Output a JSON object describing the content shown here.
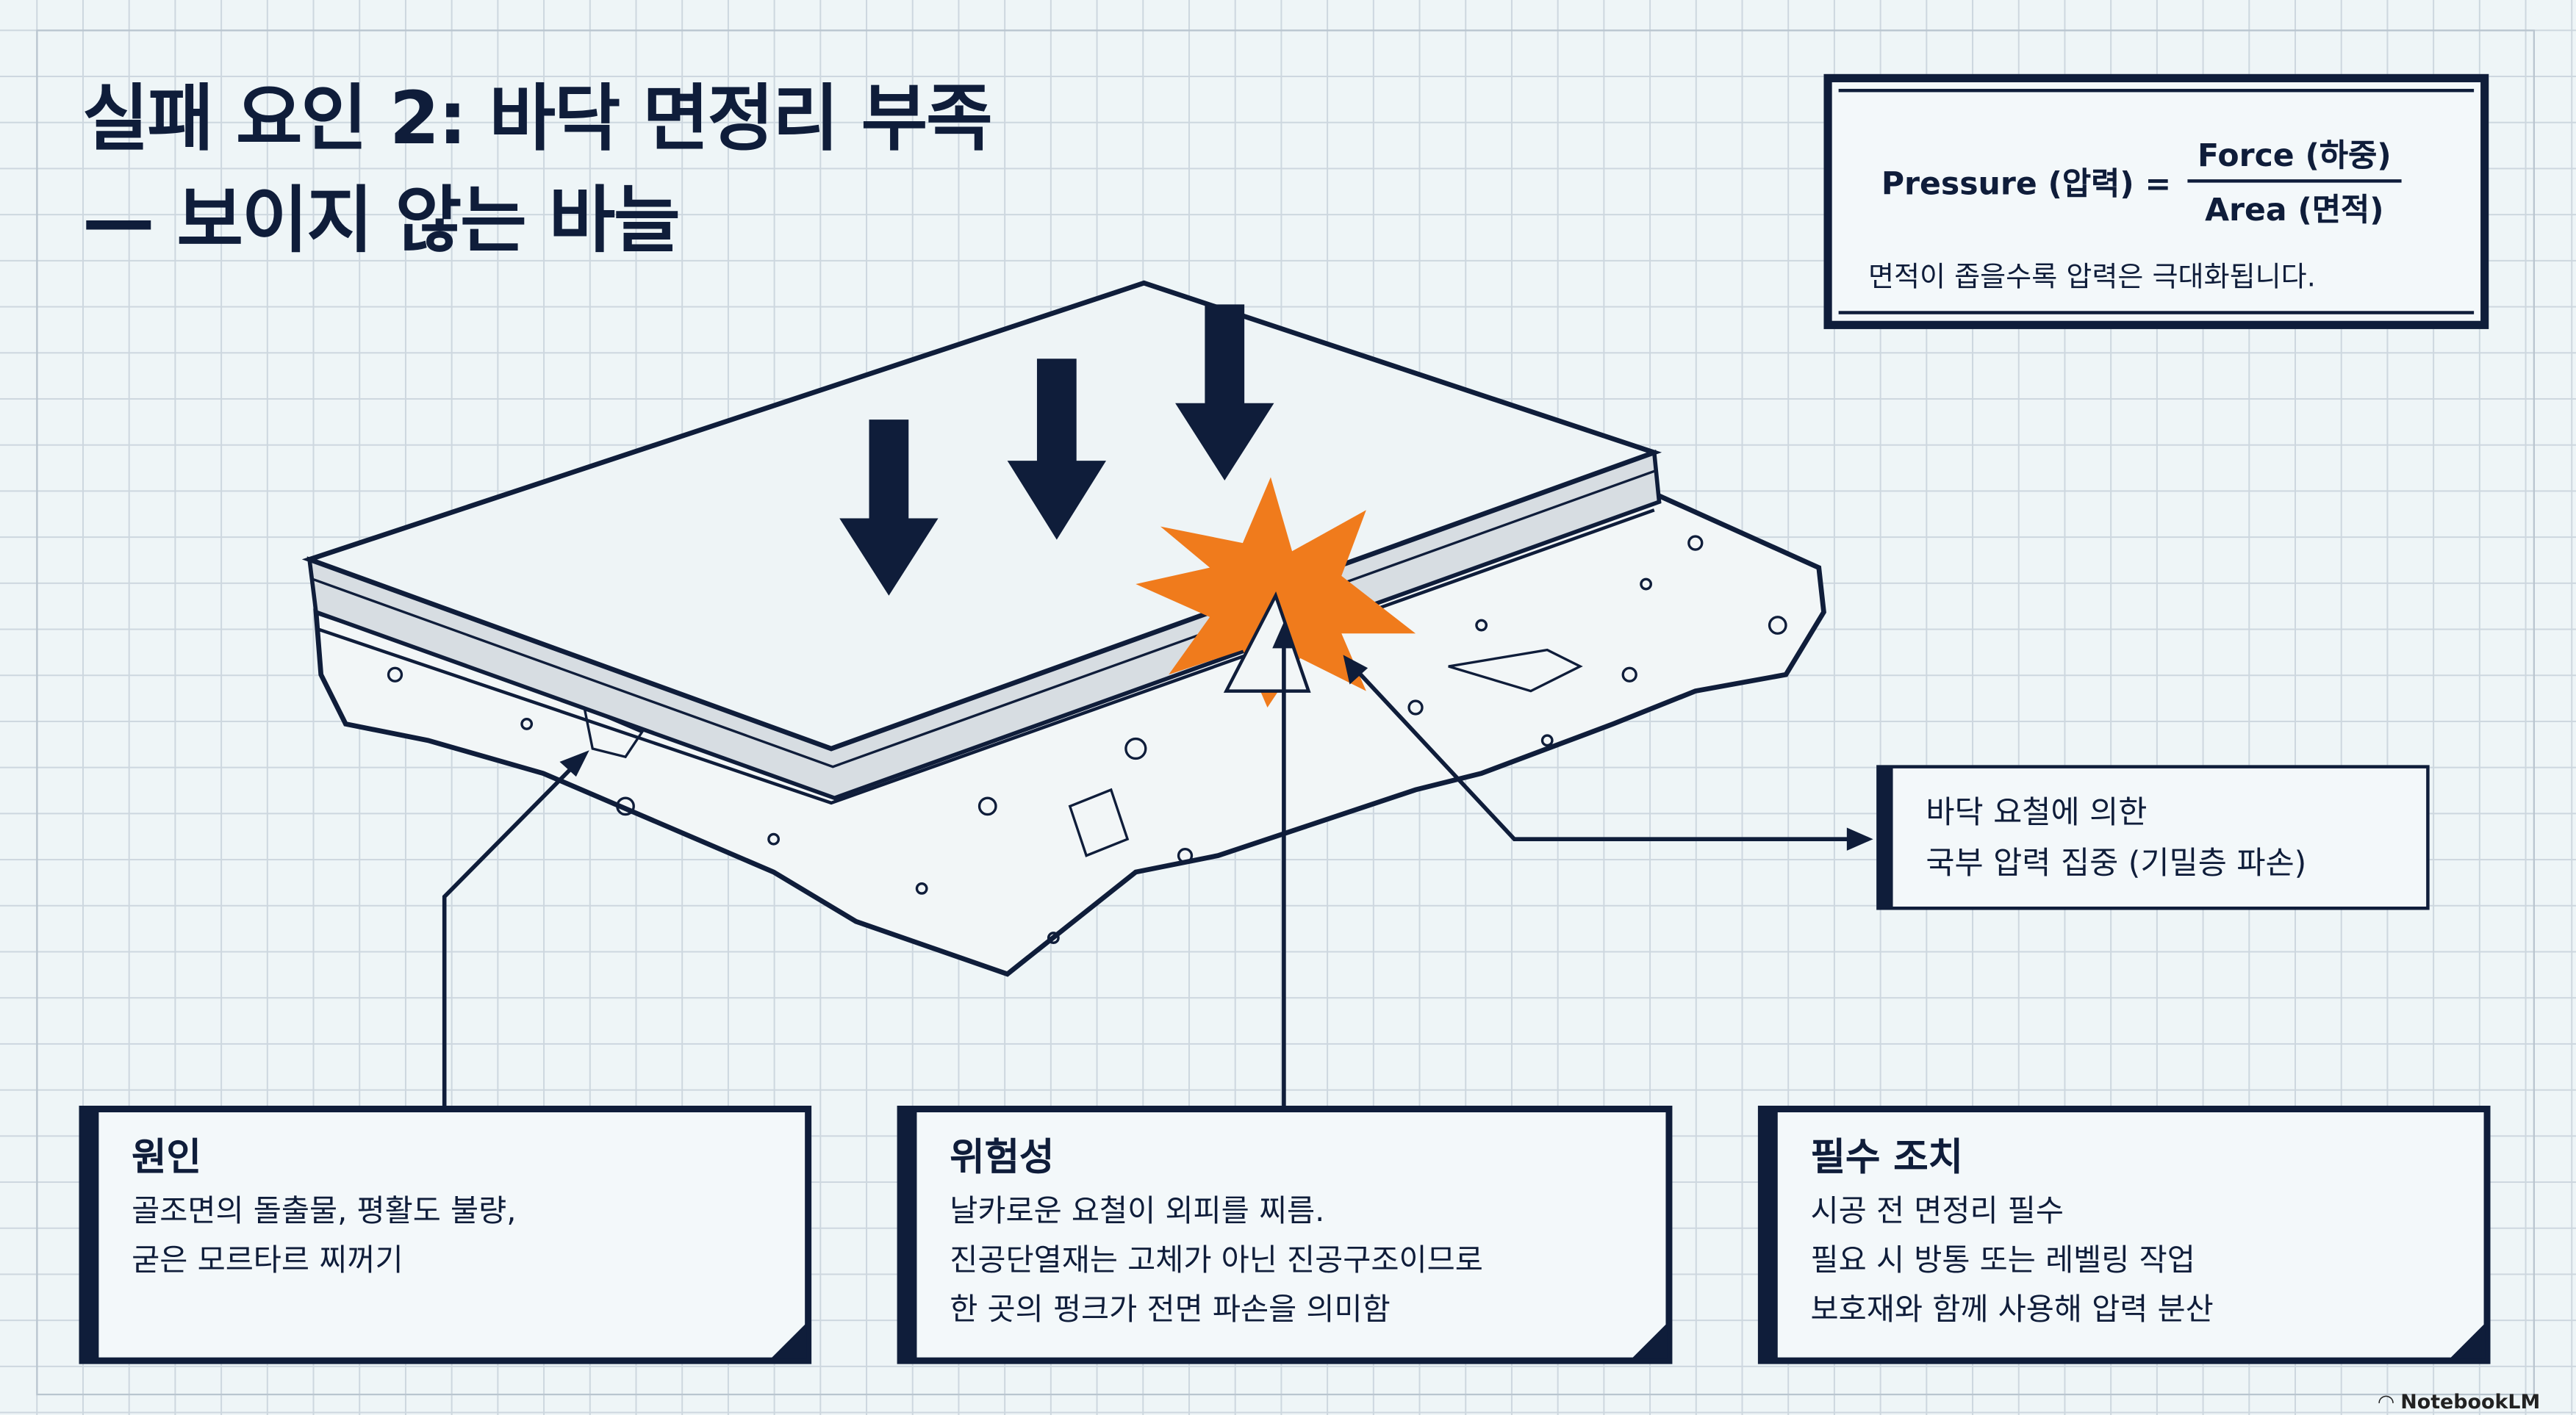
{
  "title": {
    "line1": "실패 요인 2: 바닥 면정리 부족",
    "line2": "— 보이지 않는 바늘"
  },
  "formula": {
    "lhs": "Pressure (압력) =",
    "numerator": "Force (하중)",
    "denominator": "Area (면적)",
    "note": "면적이 좁을수록 압력은 극대화됩니다."
  },
  "callout": {
    "line1": "바닥 요철에 의한",
    "line2": "국부 압력 집중 (기밀층 파손)"
  },
  "cards": [
    {
      "title": "원인",
      "lines": [
        "골조면의 돌출물, 평활도 불량,",
        "굳은 모르타르 찌꺼기"
      ]
    },
    {
      "title": "위험성",
      "lines": [
        "날카로운 요철이 외피를 찌름.",
        "진공단열재는 고체가 아닌 진공구조이므로",
        "한 곳의 펑크가 전면 파손을 의미함"
      ]
    },
    {
      "title": "필수 조치",
      "lines": [
        "시공 전 면정리 필수",
        "필요 시 방통 또는 레벨링 작업",
        "보호재와 함께 사용해 압력 분산"
      ]
    }
  ],
  "watermark": "NotebookLM",
  "colors": {
    "navy": "#0f1d3a",
    "burst": "#f07b1c",
    "background": "#eef5f7"
  }
}
